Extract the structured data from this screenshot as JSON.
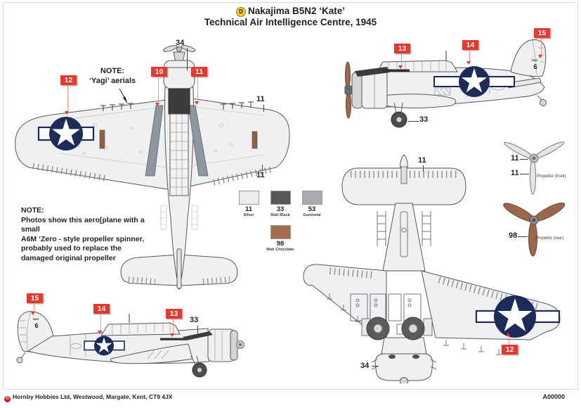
{
  "title": {
    "scheme_symbol": "D",
    "line1": "Nakajima B5N2 ‘Kate’",
    "line2": "Technical Air Intelligence Centre, 1945"
  },
  "notes": {
    "yagi_heading": "NOTE:",
    "yagi_text": "‘Yagi’ aerials",
    "main_heading": "NOTE:",
    "main_line1": "Photos show this aero[plane with a small",
    "main_line2": "A6M ‘Zero - style propeller spinner,",
    "main_line3": "probably used to replace the",
    "main_line4": "damaged original propeller"
  },
  "paints": [
    {
      "number": "11",
      "name": "Silver",
      "hex": "#ebecec"
    },
    {
      "number": "33",
      "name": "Matt Black",
      "hex": "#57585a"
    },
    {
      "number": "53",
      "name": "Gunmetal",
      "hex": "#a8aaad"
    },
    {
      "number": "98",
      "name": "Matt Chocolate",
      "hex": "#a26c4e"
    }
  ],
  "propellers": {
    "front_label": "Propellor (front)",
    "rear_label": "Propellor (rear)"
  },
  "markings": {
    "tail_code": "TAIC",
    "tail_number": "6"
  },
  "callouts": {
    "red": [
      "12",
      "10",
      "11",
      "13",
      "14",
      "15",
      "15",
      "14",
      "13",
      "12"
    ],
    "plain": [
      "34",
      "11",
      "11",
      "33",
      "11",
      "33",
      "34",
      "11",
      "11",
      "98"
    ]
  },
  "footer": {
    "copyright_symbol": "©",
    "company": "Hornby Hobbies Ltd, Westwood, Margate, Kent, CT9 4JX",
    "code": "A00000"
  },
  "colors": {
    "callout_red": "#e4392e",
    "insignia_blue": "#1d2b5a",
    "airframe_fill": "#eef0f2",
    "outline": "#55575a",
    "walkway_gunmetal": "#8e96a0",
    "strip_chocolate": "#8f5f46",
    "canopy_black": "#3b3c3e"
  }
}
